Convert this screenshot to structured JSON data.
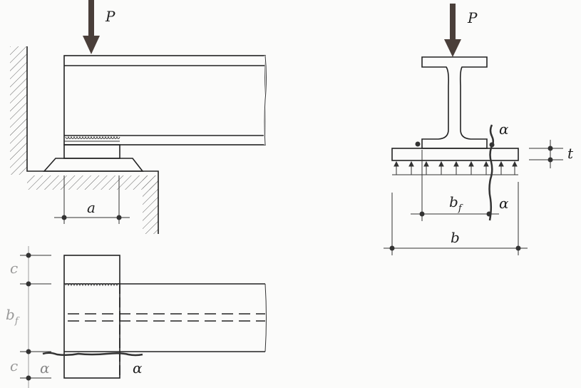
{
  "labels": {
    "load_left": "P",
    "load_right": "P",
    "bearing_length": "a",
    "alpha": "α",
    "flange_width_main": "b",
    "flange_width_sub": "f",
    "plate_width": "b",
    "plate_thickness": "t",
    "edge_distance": "c"
  },
  "colors": {
    "ink": "#222222",
    "arrow": "#4a3f3a",
    "paper": "#fbfbfa"
  }
}
